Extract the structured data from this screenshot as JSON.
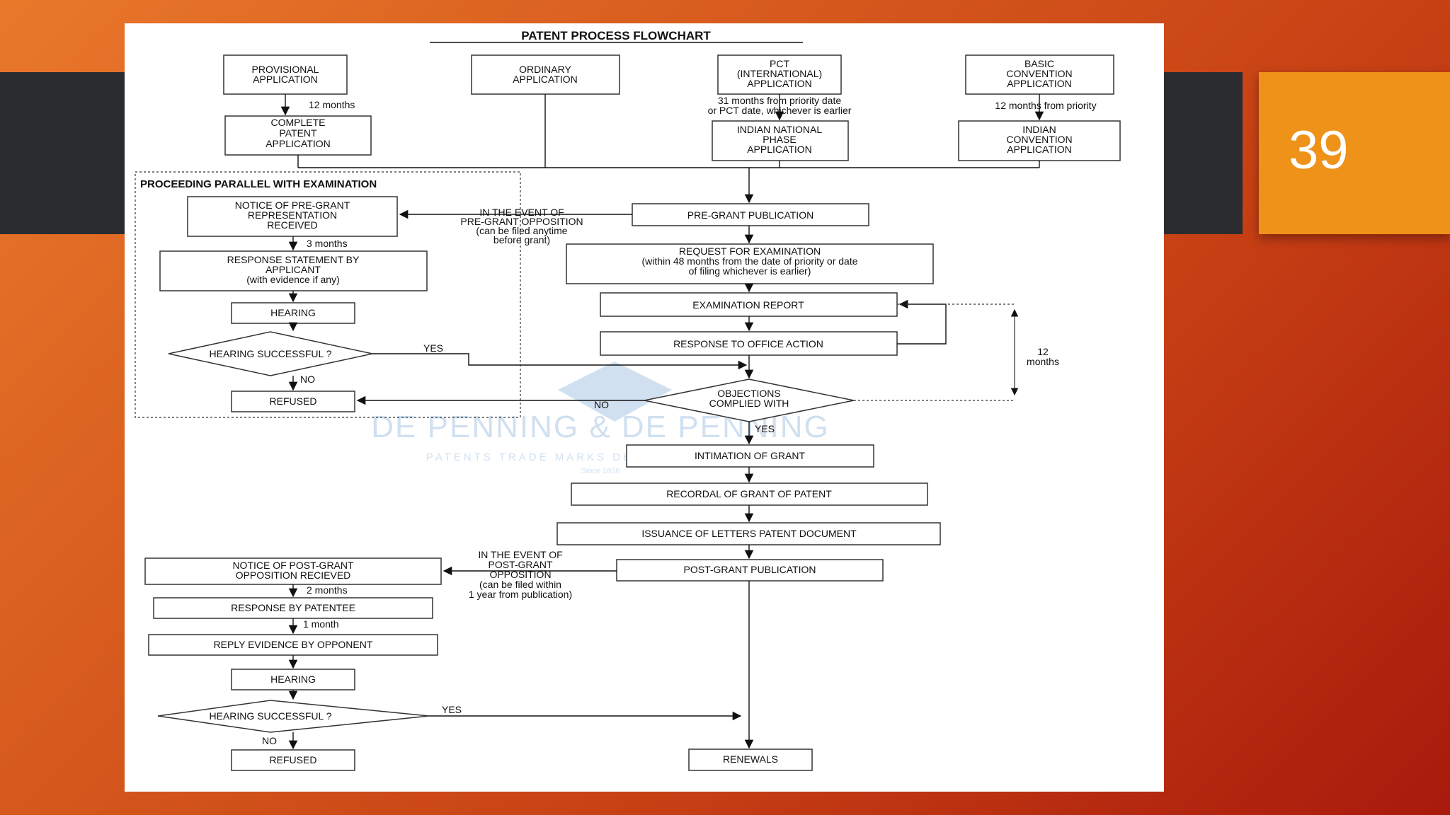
{
  "slide": {
    "number": "39",
    "colors": {
      "accent": "#ef921a",
      "band": "#2b2c30",
      "background_start": "#e9782b",
      "background_end": "#a81a0c"
    }
  },
  "flowchart": {
    "title": "PATENT PROCESS FLOWCHART",
    "nodes": {
      "provisional": [
        "PROVISIONAL",
        "APPLICATION"
      ],
      "ordinary": [
        "ORDINARY",
        "APPLICATION"
      ],
      "pct": [
        "PCT",
        "(INTERNATIONAL)",
        "APPLICATION"
      ],
      "basic_convention": [
        "BASIC",
        "CONVENTION",
        "APPLICATION"
      ],
      "complete_patent": [
        "COMPLETE",
        "PATENT",
        "APPLICATION"
      ],
      "indian_national": [
        "INDIAN NATIONAL",
        "PHASE",
        "APPLICATION"
      ],
      "indian_convention": [
        "INDIAN",
        "CONVENTION",
        "APPLICATION"
      ],
      "pre_grant_notice": [
        "NOTICE OF PRE-GRANT",
        "REPRESENTATION",
        "RECEIVED"
      ],
      "response_statement": [
        "RESPONSE STATEMENT BY",
        "APPLICANT",
        "(with evidence if any)"
      ],
      "hearing_1": [
        "HEARING"
      ],
      "hearing_successful_1": [
        "HEARING SUCCESSFUL ?"
      ],
      "refused_1": [
        "REFUSED"
      ],
      "pre_grant_publication": [
        "PRE-GRANT PUBLICATION"
      ],
      "request_examination": [
        "REQUEST FOR EXAMINATION",
        "(within 48 months from the date of priority or date",
        "of filing whichever is earlier)"
      ],
      "examination_report": [
        "EXAMINATION REPORT"
      ],
      "response_office_action": [
        "RESPONSE TO OFFICE ACTION"
      ],
      "objections_complied": [
        "OBJECTIONS",
        "COMPLIED WITH"
      ],
      "intimation_grant": [
        "INTIMATION OF GRANT"
      ],
      "recordal_grant": [
        "RECORDAL OF GRANT OF PATENT"
      ],
      "issuance_letters": [
        "ISSUANCE OF LETTERS PATENT DOCUMENT"
      ],
      "post_grant_publication": [
        "POST-GRANT PUBLICATION"
      ],
      "post_grant_notice": [
        "NOTICE OF POST-GRANT",
        "OPPOSITION RECIEVED"
      ],
      "response_patentee": [
        "RESPONSE BY PATENTEE"
      ],
      "reply_opponent": [
        "REPLY EVIDENCE BY OPPONENT"
      ],
      "hearing_2": [
        "HEARING"
      ],
      "hearing_successful_2": [
        "HEARING SUCCESSFUL ?"
      ],
      "refused_2": [
        "REFUSED"
      ],
      "renewals": [
        "RENEWALS"
      ]
    },
    "labels": {
      "months_12": "12 months",
      "pct_deadline": [
        "31 months from priority date",
        "or PCT date, whichever is earlier"
      ],
      "priority_12": "12 months from priority",
      "parallel_title": "PROCEEDING PARALLEL WITH EXAMINATION",
      "pre_grant_event": [
        "IN THE EVENT OF",
        "PRE-GRANT OPPOSITION",
        "(can be filed anytime",
        "before grant)"
      ],
      "months_3": "3  months",
      "yes": "YES",
      "no": "NO",
      "twelve": "12",
      "months": "months",
      "post_grant_event": [
        "IN THE EVENT OF",
        "POST-GRANT",
        "OPPOSITION",
        "(can be filed within",
        "1 year from publication)"
      ],
      "months_2": "2 months",
      "month_1": "1 month"
    },
    "watermark": {
      "name": "DE PENNING & DE PENNING",
      "tagline": "PATENTS  TRADE MARKS  DESIGNS  COPYRIGHT",
      "since": "Since 1856"
    }
  }
}
